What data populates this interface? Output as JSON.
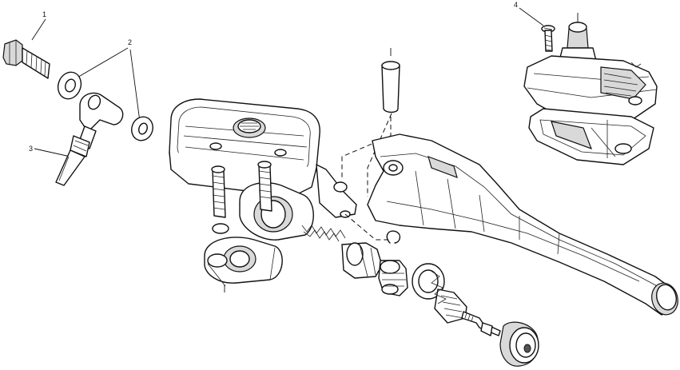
{
  "callouts": {
    "c1": "1",
    "c2": "2",
    "c3": "3",
    "c4": "4"
  },
  "colors": {
    "line": "#111111",
    "background": "#ffffff",
    "shade": "#d9d9d9"
  }
}
